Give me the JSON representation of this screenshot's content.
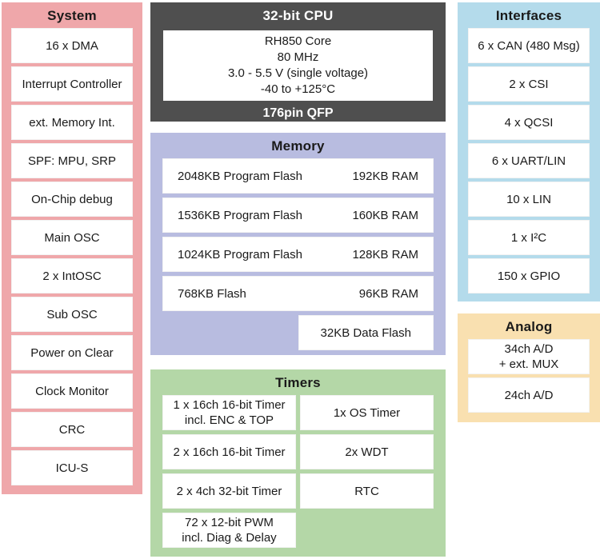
{
  "colors": {
    "system": "#efa7aa",
    "cpu": "#4f4f4f",
    "memory": "#b8bce0",
    "timers": "#b4d7a7",
    "interfaces": "#b4dbeb",
    "analog": "#f9e0b0"
  },
  "system": {
    "title": "System",
    "items": [
      "16 x DMA",
      "Interrupt Controller",
      "ext. Memory Int.",
      "SPF: MPU, SRP",
      "On-Chip debug",
      "Main OSC",
      "2 x IntOSC",
      "Sub OSC",
      "Power on Clear",
      "Clock Monitor",
      "CRC",
      "ICU-S"
    ]
  },
  "cpu": {
    "title": "32-bit CPU",
    "core_lines": "RH850 Core\n80 MHz\n3.0 - 5.5 V (single voltage)\n-40 to +125°C",
    "package": "176pin QFP"
  },
  "memory": {
    "title": "Memory",
    "rows": [
      {
        "left": "2048KB Program Flash",
        "right": "192KB RAM"
      },
      {
        "left": "1536KB Program Flash",
        "right": "160KB RAM"
      },
      {
        "left": "1024KB Program Flash",
        "right": "128KB RAM"
      },
      {
        "left": "768KB Flash",
        "right": "96KB RAM"
      }
    ],
    "data_flash": "32KB Data Flash"
  },
  "timers": {
    "title": "Timers",
    "cells": [
      "1 x 16ch 16-bit Timer\nincl. ENC & TOP",
      "1x OS Timer",
      "2 x 16ch 16-bit Timer",
      "2x WDT",
      "2 x 4ch 32-bit Timer",
      "RTC",
      "72 x 12-bit PWM\nincl. Diag & Delay"
    ]
  },
  "interfaces": {
    "title": "Interfaces",
    "items": [
      "6 x CAN (480 Msg)",
      "2 x CSI",
      "4 x QCSI",
      "6 x UART/LIN",
      "10 x LIN",
      "1 x I²C",
      "150 x GPIO"
    ]
  },
  "analog": {
    "title": "Analog",
    "items": [
      "34ch A/D\n+ ext. MUX",
      "24ch A/D"
    ]
  }
}
